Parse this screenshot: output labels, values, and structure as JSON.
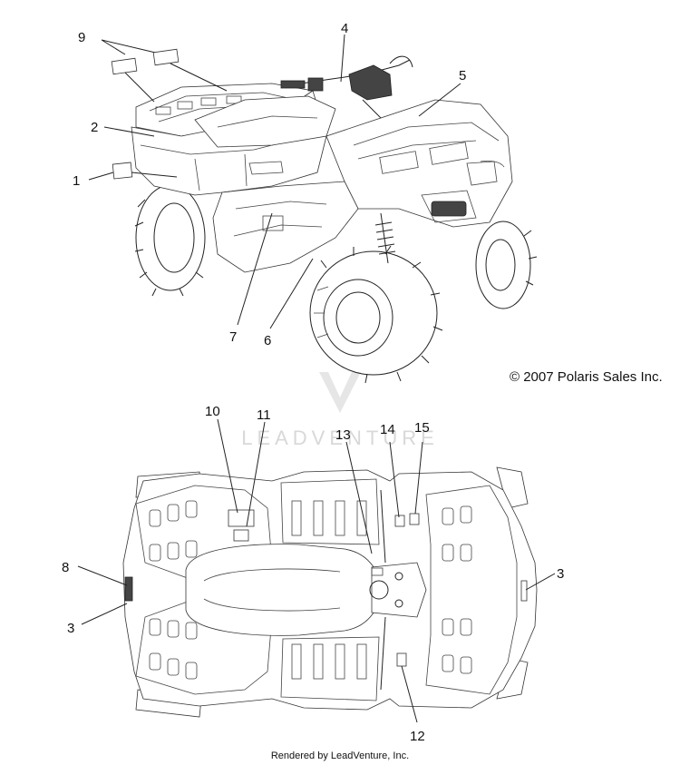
{
  "callouts": [
    {
      "label": "9"
    },
    {
      "label": "4"
    },
    {
      "label": "5"
    },
    {
      "label": "2"
    },
    {
      "label": "1"
    },
    {
      "label": "7"
    },
    {
      "label": "6"
    },
    {
      "label": "10"
    },
    {
      "label": "11"
    },
    {
      "label": "13"
    },
    {
      "label": "14"
    },
    {
      "label": "15"
    },
    {
      "label": "8"
    },
    {
      "label": "3"
    },
    {
      "label": "3"
    },
    {
      "label": "12"
    }
  ],
  "copyright": "© 2007 Polaris Sales Inc.",
  "watermark": "LEADVENTURE",
  "footer": "Rendered by LeadVenture, Inc."
}
